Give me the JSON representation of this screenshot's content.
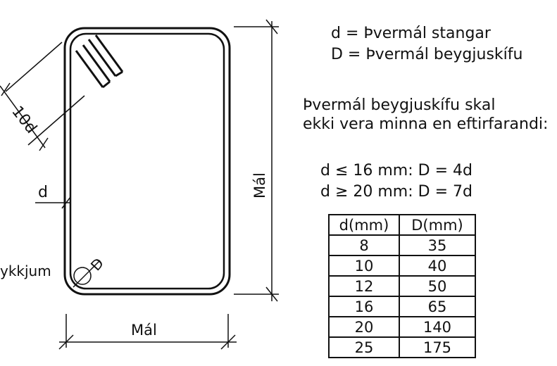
{
  "legend": {
    "line1": "d = Þvermál stangar",
    "line2": "D = Þvermál beygjuskífu"
  },
  "rule": {
    "line1": "Þvermál beygjuskífu  skal",
    "line2": "ekki vera minna en eftirfarandi:"
  },
  "conditions": {
    "line1": "d ≤ 16 mm:  D = 4d",
    "line2": "d ≥ 20 mm:  D = 7d"
  },
  "drawing": {
    "hook_label": "10d",
    "bar_label": "d",
    "bend_label": "D",
    "dim_height_label": "Mál",
    "dim_width_label": "Mál",
    "cut_text": "ykkjum"
  },
  "table": {
    "headers": [
      "d(mm)",
      "D(mm)"
    ],
    "rows": [
      [
        "8",
        "35"
      ],
      [
        "10",
        "40"
      ],
      [
        "12",
        "50"
      ],
      [
        "16",
        "65"
      ],
      [
        "20",
        "140"
      ],
      [
        "25",
        "175"
      ]
    ]
  }
}
